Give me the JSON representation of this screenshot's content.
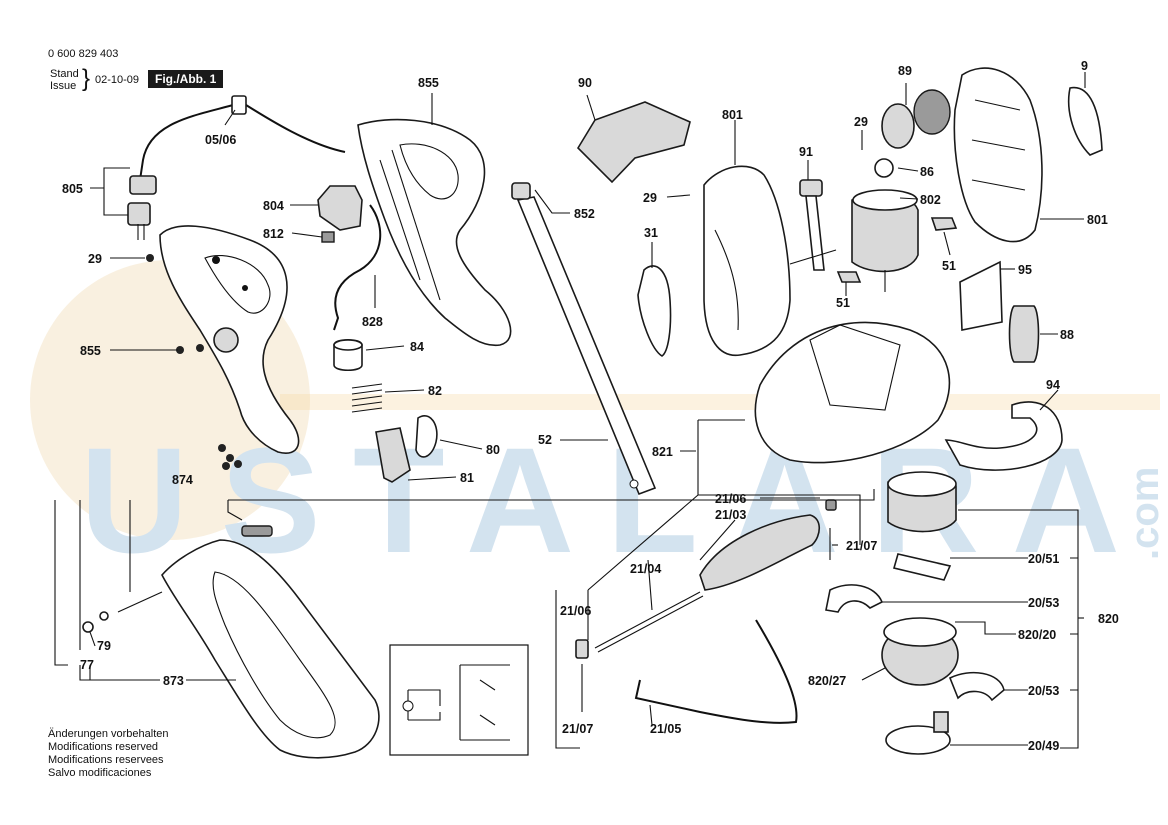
{
  "header": {
    "doc_number": "0 600 829 403",
    "stand_label": "Stand",
    "issue_label": "Issue",
    "date": "02-10-09",
    "figure": "Fig./Abb. 1"
  },
  "watermark": {
    "text": "USTALARA",
    "suffix": ".com",
    "color": "#cfe0ee",
    "accent_color": "#f3d39a"
  },
  "labels": {
    "l_0506": "05/06",
    "l_805": "805",
    "l_29a": "29",
    "l_855a": "855",
    "l_855b": "855",
    "l_804": "804",
    "l_812": "812",
    "l_828": "828",
    "l_84": "84",
    "l_82": "82",
    "l_80": "80",
    "l_81": "81",
    "l_90": "90",
    "l_852": "852",
    "l_52": "52",
    "l_801a": "801",
    "l_29b": "29",
    "l_31": "31",
    "l_91": "91",
    "l_89": "89",
    "l_29c": "29",
    "l_86": "86",
    "l_802": "802",
    "l_51a": "51",
    "l_51b": "51",
    "l_9": "9",
    "l_801b": "801",
    "l_95": "95",
    "l_88": "88",
    "l_94": "94",
    "l_821": "821",
    "l_2106a": "21/06",
    "l_2103": "21/03",
    "l_2107a": "21/07",
    "l_2104": "21/04",
    "l_2106b": "21/06",
    "l_2107b": "21/07",
    "l_2105": "21/05",
    "l_2051": "20/51",
    "l_2053a": "20/53",
    "l_82020": "820/20",
    "l_82027": "820/27",
    "l_2053b": "20/53",
    "l_2049": "20/49",
    "l_820": "820",
    "l_874": "874",
    "l_79": "79",
    "l_77": "77",
    "l_873": "873"
  },
  "notes": [
    "Änderungen vorbehalten",
    "Modifications reserved",
    "Modifications reservees",
    "Salvo modificaciones"
  ]
}
